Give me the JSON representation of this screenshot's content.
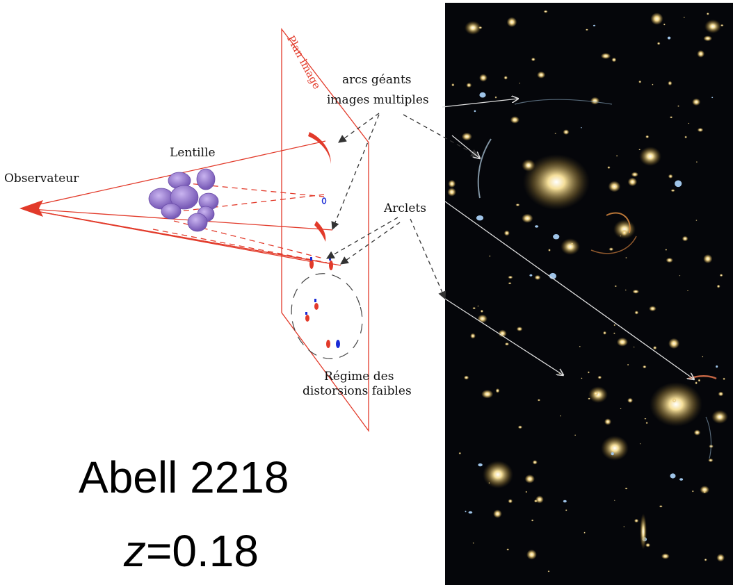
{
  "diagram": {
    "plane_label": "Plan image",
    "observer_label": "Observateur",
    "lens_label": "Lentille",
    "giant_arcs_label_line1": "arcs géants",
    "giant_arcs_label_line2": "images multiples",
    "arclets_label": "Arclets",
    "weak_regime_label_line1": "Régime des",
    "weak_regime_label_line2": "distorsions faibles",
    "colors": {
      "plane": "#e23a2a",
      "rays": "#e23a2a",
      "lens": "#8e6bc8",
      "arrows": "#333333",
      "photo_bg": "#05060a"
    }
  },
  "caption": {
    "cluster_name": "Abell 2218",
    "redshift_symbol": "z",
    "redshift_value": "=0.18"
  }
}
